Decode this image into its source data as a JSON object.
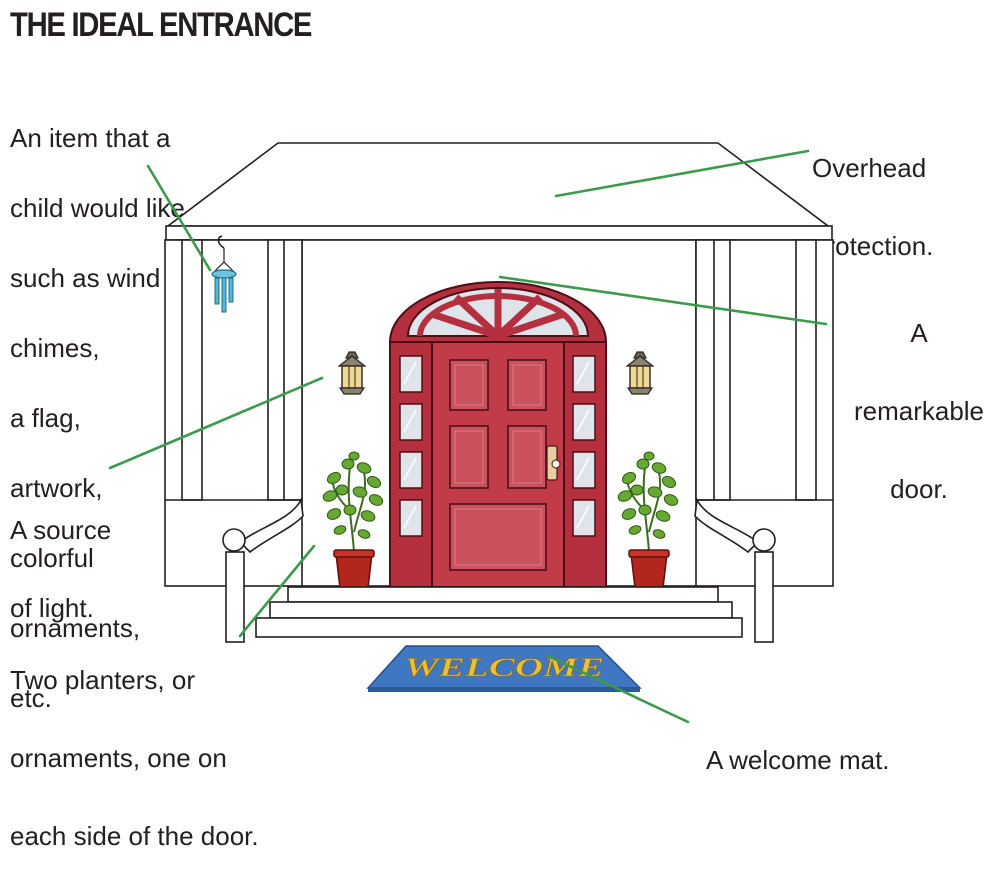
{
  "title": "THE IDEAL ENTRANCE",
  "labels": {
    "child_item": [
      "An item that a",
      "child would like,",
      "such as wind",
      "chimes,",
      "a flag,",
      "artwork,",
      "colorful",
      "ornaments,",
      "etc."
    ],
    "overhead": [
      "Overhead",
      "protection."
    ],
    "door": [
      "A",
      "remarkable",
      "door."
    ],
    "light": [
      "A source",
      "of light."
    ],
    "planters": [
      "Two planters, or",
      "ornaments, one on",
      "each side of the door."
    ],
    "mat": [
      "A welcome mat."
    ]
  },
  "mat_text": "WELCOME",
  "colors": {
    "door": "#b5303f",
    "door_dark": "#7a1a24",
    "door_panel": "#c9525e",
    "glass": "#dfe3ea",
    "pointer": "#3b9a4b",
    "mat": "#3f77c2",
    "mat_text": "#e8c03a",
    "plant": "#5a9a2e",
    "pot": "#b3261e",
    "lamp": "#e8d08a",
    "chime": "#3c9fc0"
  }
}
